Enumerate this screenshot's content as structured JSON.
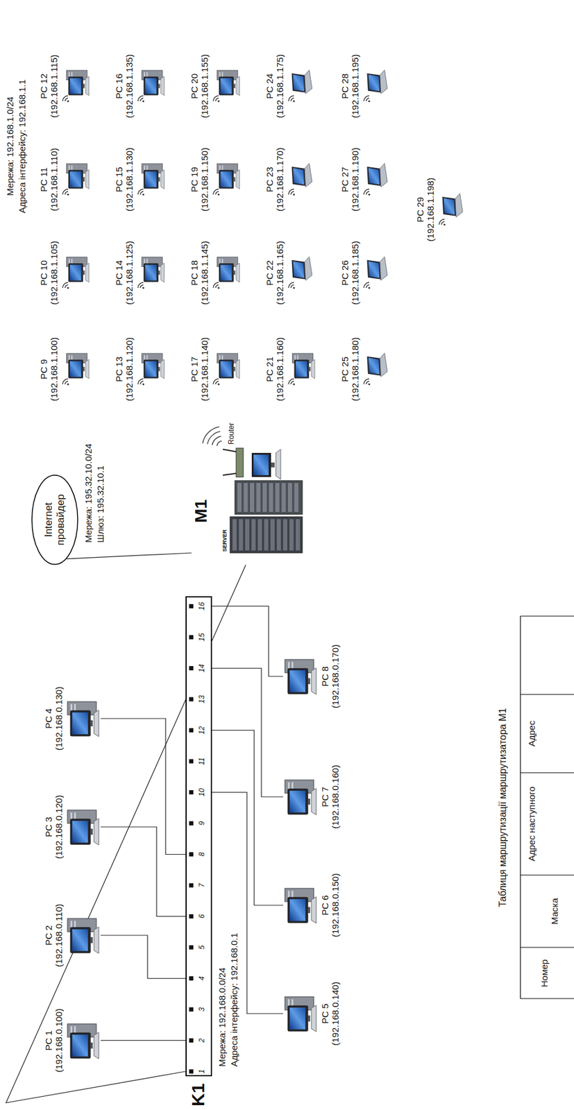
{
  "diagram": {
    "nodes": [
      {
        "text": [
          "PC 1",
          "(192.168.0.100)"
        ]
      },
      {
        "text": [
          "PC 2",
          "(192.168.0.110)"
        ]
      },
      {
        "text": [
          "PC 3",
          "(192.168.0.120)"
        ]
      },
      {
        "text": [
          "PC 4",
          "(192.168.0.130)"
        ]
      },
      {
        "text": [
          "K1",
          "1",
          "2",
          "3",
          "4",
          "5",
          "6",
          "7",
          "8",
          "9",
          "10",
          "11",
          "12",
          "13",
          "14",
          "15",
          "16"
        ]
      },
      {
        "text": [
          "PC 5",
          "(192.168.0.140)"
        ]
      },
      {
        "text": [
          "PC 6",
          "(192.168.0.150)"
        ]
      },
      {
        "text": [
          "PC 7",
          "(192.168.0.160)"
        ]
      },
      {
        "text": [
          "PC 8",
          "(192.168.0.170)"
        ]
      },
      {
        "text": [
          "Internet провайдер"
        ]
      },
      {
        "text": [
          "M1",
          "SERVER",
          "Router"
        ]
      },
      {
        "text": [
          "PC 9",
          "(192.168.1.100)"
        ]
      },
      {
        "text": [
          "PC 10",
          "(192.168.1.105)"
        ]
      },
      {
        "text": [
          "PC 11",
          "(192.168.1.110)"
        ]
      },
      {
        "text": [
          "PC 12",
          "(192.168.1.115)"
        ]
      },
      {
        "text": [
          "PC 13",
          "(192.168.1.120)"
        ]
      },
      {
        "text": [
          "PC 14",
          "(192.168.1.125)"
        ]
      },
      {
        "text": [
          "PC 15",
          "(192.168.1.130)"
        ]
      },
      {
        "text": [
          "PC 16",
          "(192.168.1.135)"
        ]
      },
      {
        "text": [
          "PC 17",
          "(192.168.1.140)"
        ]
      },
      {
        "text": [
          "PC 18",
          "(192.168.1.145)"
        ]
      },
      {
        "text": [
          "PC 19",
          "(192.168.1.150)"
        ]
      },
      {
        "text": [
          "PC 20",
          "(192.168.1.155)"
        ]
      },
      {
        "text": [
          "PC 21",
          "(192.168.1.160)"
        ]
      },
      {
        "text": [
          "PC 22",
          "(192.168.1.165)"
        ]
      },
      {
        "text": [
          "PC 23",
          "(192.168.1.170)"
        ]
      },
      {
        "text": [
          "PC 24",
          "(192.168.1.175)"
        ]
      },
      {
        "text": [
          "PC 25",
          "(192.168.1.180)"
        ]
      },
      {
        "text": [
          "PC 26",
          "(192.168.1.185)"
        ]
      },
      {
        "text": [
          "PC 27",
          "(192.168.1.190)"
        ]
      },
      {
        "text": [
          "PC 28",
          "(192.168.1.195)"
        ]
      },
      {
        "text": [
          "PC 29",
          "(192.168.1.198)"
        ]
      }
    ],
    "edges": [
      {
        "from": 0,
        "to": 4,
        "arrow": "none"
      },
      {
        "from": 1,
        "to": 4,
        "arrow": "none"
      },
      {
        "from": 2,
        "to": 4,
        "arrow": "none"
      },
      {
        "from": 3,
        "to": 4,
        "arrow": "none"
      },
      {
        "from": 5,
        "to": 4,
        "arrow": "none"
      },
      {
        "from": 6,
        "to": 4,
        "arrow": "none"
      },
      {
        "from": 7,
        "to": 4,
        "arrow": "none"
      },
      {
        "from": 8,
        "to": 4,
        "arrow": "none"
      },
      {
        "from": 4,
        "to": 10,
        "arrow": "none"
      },
      {
        "from": 9,
        "to": 10,
        "arrow": "none"
      }
    ],
    "labels": [
      "Мережа: 192.168.0.0/24",
      "Адреса інтерфейсу: 192.168.0.1",
      "Мережа: 195.32.10.0/24",
      "Шлюз: 195.32.10.1",
      "Мережа: 192.168.1.0/24",
      "Адреса інтерфейсу: 192.168.1.1",
      "Таблиця маршрутизації маршрутизатора M1",
      "Номер",
      "Маска",
      "Адрес наступного",
      "Адрес"
    ]
  }
}
